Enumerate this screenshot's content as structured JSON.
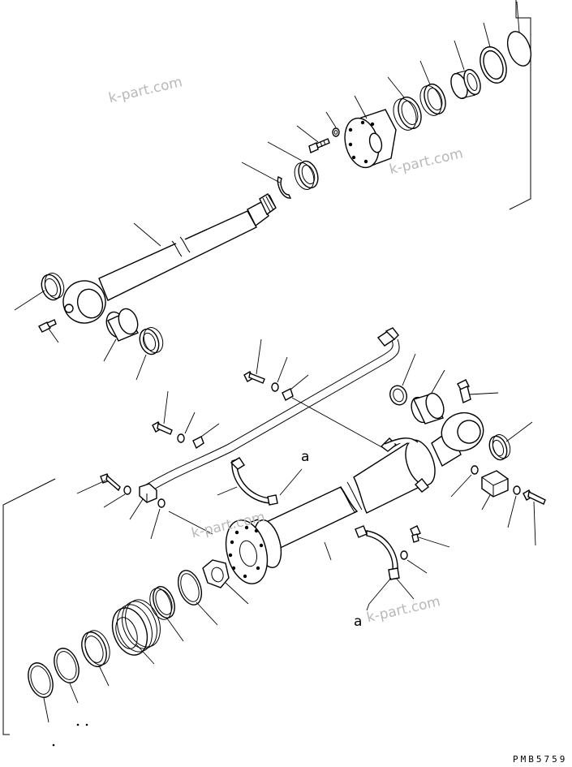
{
  "watermark": "k-part.com",
  "callout_letter": "a",
  "drawing_code": "PMB5759",
  "parts": [
    "snap-ring",
    "wear-ring",
    "rod-packing",
    "buffer-ring",
    "bushing",
    "dust-seal",
    "o-ring",
    "cylinder-head",
    "washer",
    "bolt",
    "piston-rod",
    "rod-end-seal",
    "rod-end-bushing",
    "grease-fitting",
    "tube",
    "band",
    "clamp",
    "piston",
    "piston-ring",
    "nut",
    "elbow",
    "block"
  ]
}
